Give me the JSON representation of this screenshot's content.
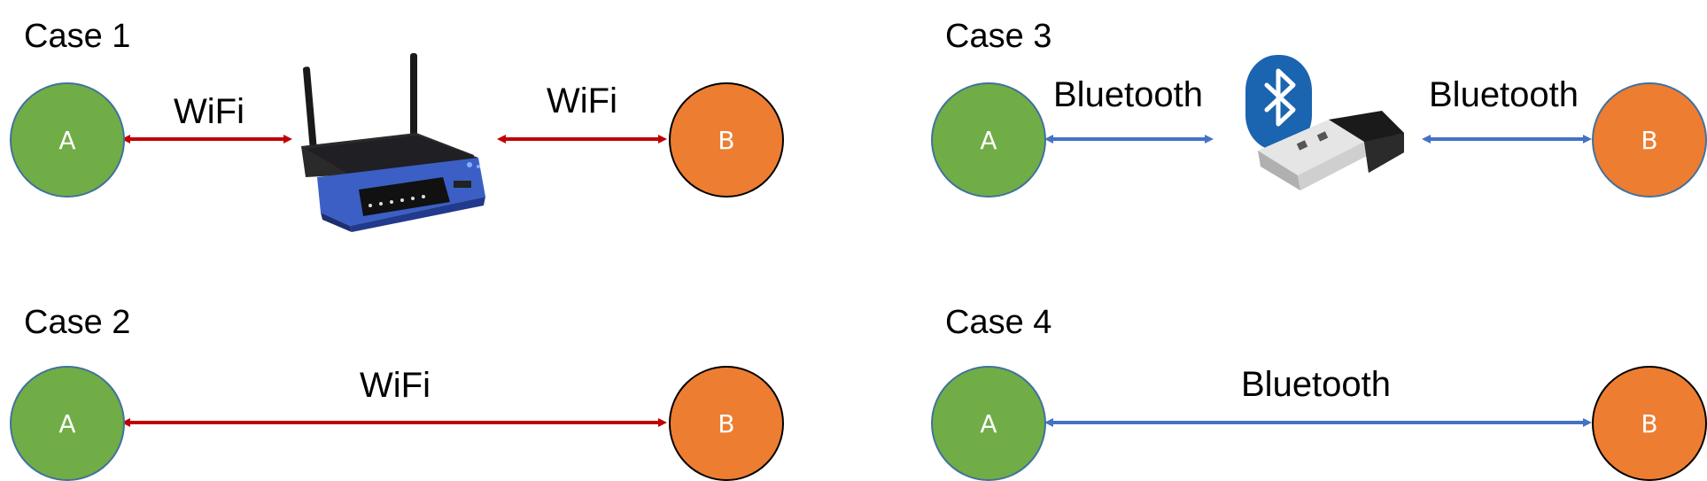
{
  "colors": {
    "node_a_fill": "#70ad47",
    "node_b_fill": "#ed7d31",
    "wifi_link": "#c00000",
    "bluetooth_link": "#4472c4",
    "bluetooth_logo": "#1a64b0"
  },
  "cases": [
    {
      "title": "Case 1",
      "node_a": "A",
      "node_b": "B",
      "link_left": "WiFi",
      "link_right": "WiFi",
      "device": "router-icon"
    },
    {
      "title": "Case 2",
      "node_a": "A",
      "node_b": "B",
      "link": "WiFi"
    },
    {
      "title": "Case 3",
      "node_a": "A",
      "node_b": "B",
      "link_left": "Bluetooth",
      "link_right": "Bluetooth",
      "device": "bluetooth-dongle-icon"
    },
    {
      "title": "Case 4",
      "node_a": "A",
      "node_b": "B",
      "link": "Bluetooth"
    }
  ]
}
